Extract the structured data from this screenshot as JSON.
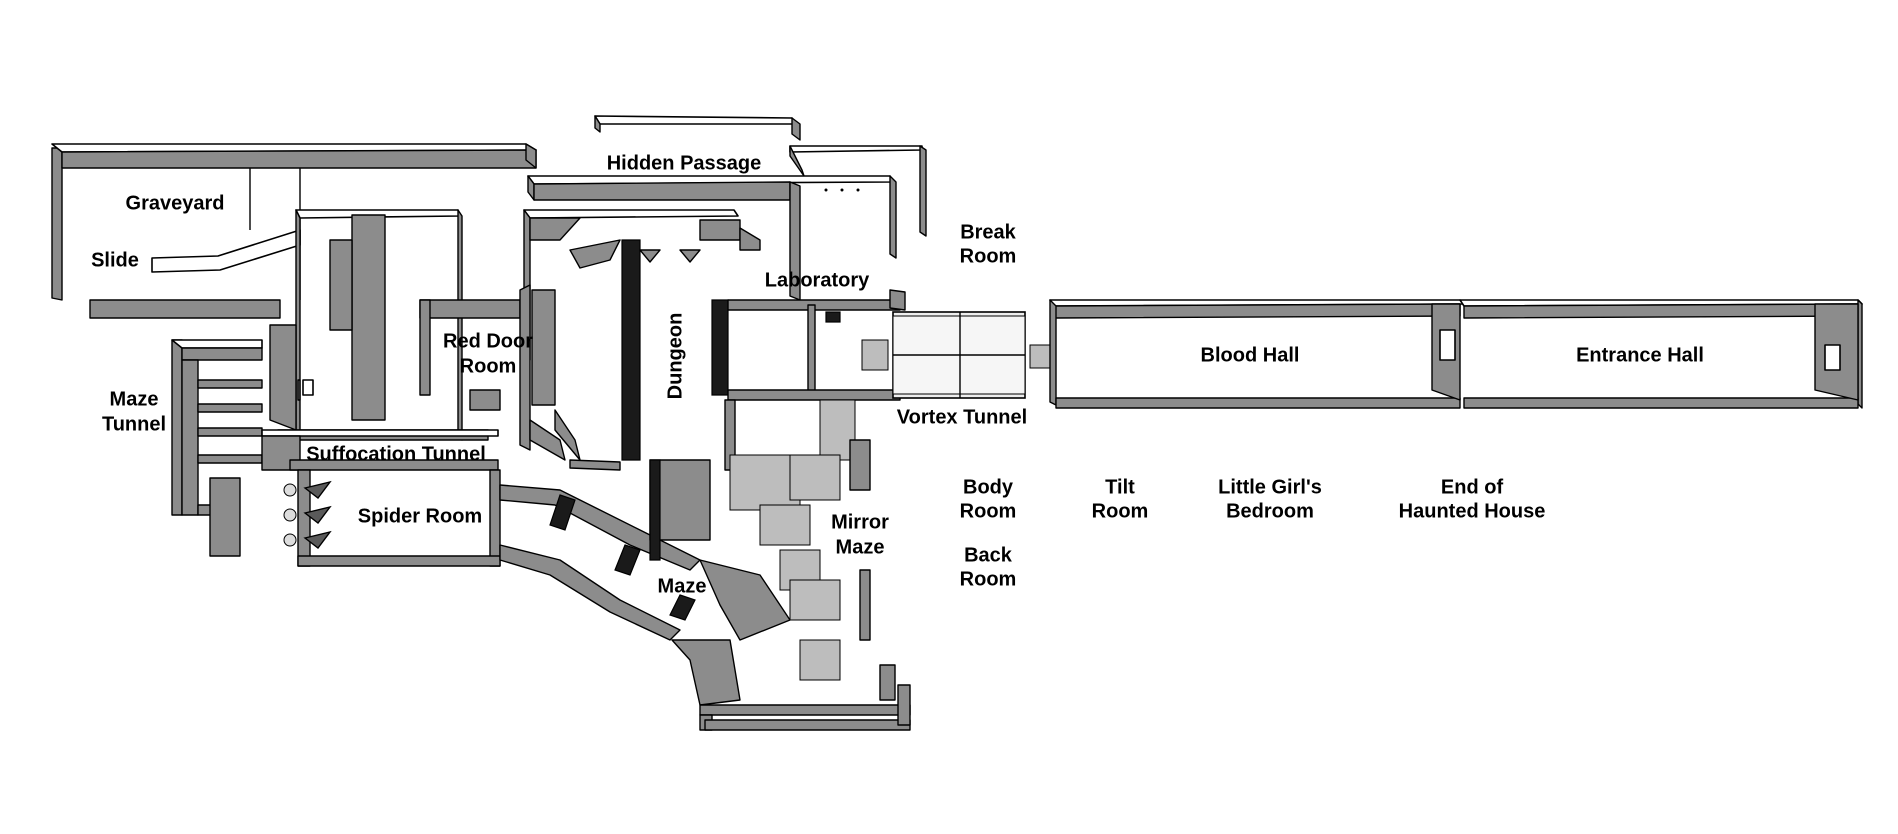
{
  "rooms": {
    "graveyard": "Graveyard",
    "slide": "Slide",
    "hidden_passage": "Hidden Passage",
    "break_room_1": "Break",
    "break_room_2": "Room",
    "laboratory": "Laboratory",
    "red_door_1": "Red Door",
    "red_door_2": "Room",
    "dungeon": "Dungeon",
    "maze_tunnel_1": "Maze",
    "maze_tunnel_2": "Tunnel",
    "suffocation_tunnel": "Suffocation Tunnel",
    "spider_room": "Spider Room",
    "vortex_tunnel": "Vortex Tunnel",
    "blood_hall": "Blood Hall",
    "entrance_hall": "Entrance Hall",
    "mirror_maze_1": "Mirror",
    "mirror_maze_2": "Maze",
    "maze": "Maze",
    "body_room_1": "Body",
    "body_room_2": "Room",
    "back_room_1": "Back",
    "back_room_2": "Room",
    "tilt_room_1": "Tilt",
    "tilt_room_2": "Room",
    "little_girls_1": "Little Girl's",
    "little_girls_2": "Bedroom",
    "end_1": "End of",
    "end_2": "Haunted House"
  },
  "colors": {
    "wall_side": "#8c8c8c",
    "wall_dark": "#5a5a5a",
    "background": "#ffffff"
  }
}
